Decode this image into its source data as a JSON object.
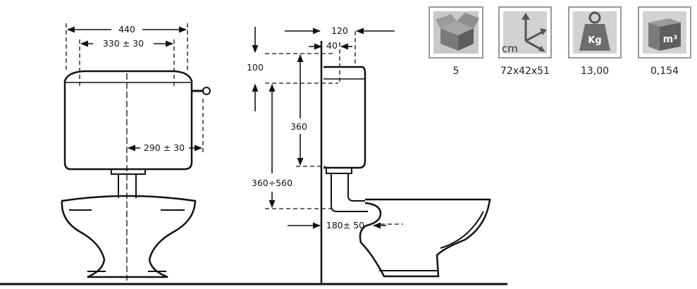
{
  "front_view": {
    "width_label": "440",
    "fixing_label": "330 ± 30",
    "lever_label": "290 ± 30"
  },
  "side_view": {
    "depth_label": "120",
    "wall_offset_label": "40",
    "tank_top_label": "100",
    "tank_height_label": "360",
    "mount_height_label": "360÷560",
    "outlet_label": "180± 50"
  },
  "specs": [
    {
      "icon": "box-icon",
      "value": "5"
    },
    {
      "icon": "dimensions-cm-icon",
      "icon_text": "cm",
      "value": "72x42x51"
    },
    {
      "icon": "weight-kg-icon",
      "icon_text": "Kg",
      "value": "13,00"
    },
    {
      "icon": "volume-m3-icon",
      "icon_text": "m³",
      "value": "0,154"
    }
  ],
  "colors": {
    "line": "#111111",
    "icon_bg": "#8c8c8c",
    "icon_frame": "#a0a0a0"
  }
}
